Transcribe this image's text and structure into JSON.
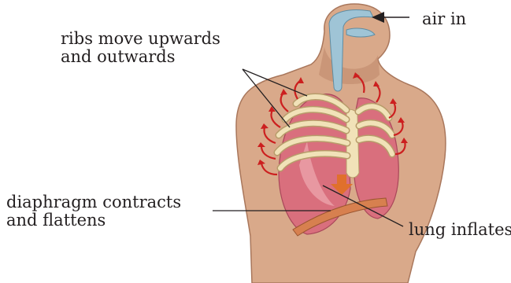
{
  "labels": {
    "ribs": [
      "ribs move upwards",
      "and outwards"
    ],
    "diaphragm": [
      "diaphragm contracts",
      "and flattens"
    ],
    "air_in": "air in",
    "lung": "lung inflates"
  },
  "colors": {
    "skin": "#d9a98a",
    "skin_shadow": "#c08a6c",
    "rib": "#f1e2b8",
    "rib_edge": "#b79c6a",
    "lung": "#d96f7d",
    "lung_light": "#eba2aa",
    "trachea": "#9fc4d6",
    "arrow": "#cc1f1f",
    "diaphragm": "#d7804f"
  },
  "icons": {
    "airflow": "arrow-icon",
    "expansion": "red-arrow-icon"
  }
}
